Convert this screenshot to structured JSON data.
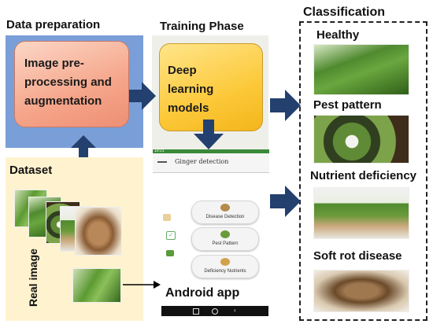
{
  "sections": {
    "data_preparation": "Data preparation",
    "training_phase": "Training Phase",
    "classification": "Classification",
    "dataset": "Dataset"
  },
  "boxes": {
    "preprocessing_lines": [
      "Image pre-",
      "processing and",
      "augmentation"
    ],
    "deep_learning_lines": [
      "Deep",
      "learning",
      "models"
    ]
  },
  "dataset": {
    "real_image_label": "Real image"
  },
  "app": {
    "label": "Android app",
    "status_time": "10:21",
    "header_title": "Ginger detection",
    "buttons": [
      "Disease Detection",
      "Pest Pattern",
      "Deficiency Nutrients"
    ]
  },
  "classes": [
    "Healthy",
    "Pest pattern",
    "Nutrient deficiency",
    "Soft rot disease"
  ],
  "colors": {
    "arrow": "#23406f",
    "prep_panel": "#7a9fd8",
    "dataset_panel": "#fff3cf"
  }
}
